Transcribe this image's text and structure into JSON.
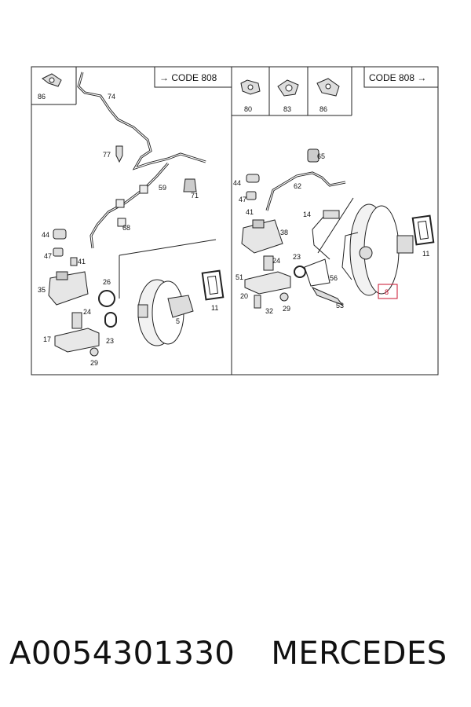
{
  "diagram": {
    "left_panel": {
      "code_label": "→ CODE 808",
      "inset_labels": [
        "86"
      ],
      "part_labels": [
        "74",
        "77",
        "59",
        "71",
        "68",
        "44",
        "47",
        "41",
        "35",
        "26",
        "24",
        "17",
        "23",
        "29",
        "5",
        "11"
      ]
    },
    "right_panel": {
      "code_label": "CODE 808 →",
      "inset_labels": [
        "80",
        "83",
        "86"
      ],
      "part_labels": [
        "65",
        "44",
        "62",
        "47",
        "41",
        "14",
        "38",
        "24",
        "23",
        "51",
        "20",
        "56",
        "29",
        "32",
        "53",
        "11"
      ],
      "highlighted_label": "8"
    },
    "colors": {
      "highlight": "#c8102e",
      "line": "#222222"
    }
  },
  "caption": {
    "part_number": "A0054301330",
    "brand": "MERCEDES"
  }
}
